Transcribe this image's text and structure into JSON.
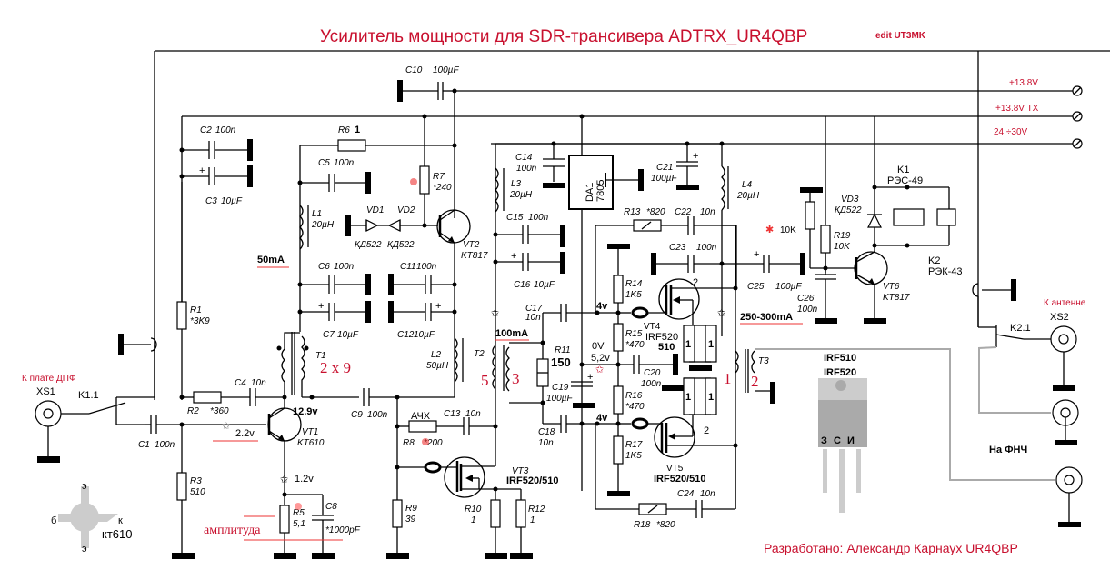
{
  "title": "Усилитель мощности для SDR-трансивера ADTRX_UR4QBP",
  "edit_note": "edit UT3MK",
  "author": "Разработано: Александр Карнаух UR4QBP",
  "power_rails": [
    {
      "label": "+13.8V"
    },
    {
      "label": "+13.8V TX"
    },
    {
      "label": "24 ÷30V"
    }
  ],
  "connectors": {
    "xs1": {
      "name": "XS1",
      "note": "К плате ДПФ"
    },
    "xs2": {
      "name": "XS2",
      "note": "К антенне"
    },
    "lpf": {
      "note": "На ФНЧ"
    }
  },
  "relays": {
    "k1": {
      "name": "K1",
      "type": "РЭС-49"
    },
    "k2": {
      "name": "K2",
      "type": "РЭК-43"
    },
    "k11": "K1.1",
    "k21": "K2.1"
  },
  "components": {
    "c1": {
      "name": "C1",
      "value": "100n"
    },
    "c2": {
      "name": "C2",
      "value": "100n"
    },
    "c3": {
      "name": "C3",
      "value": "10µF"
    },
    "c4": {
      "name": "C4",
      "value": "10n"
    },
    "c5": {
      "name": "C5",
      "value": "100n"
    },
    "c6": {
      "name": "C6",
      "value": "100n"
    },
    "c7": {
      "name": "C7",
      "value": "10µF"
    },
    "c8": {
      "name": "C8",
      "value": "*1000pF"
    },
    "c9": {
      "name": "C9",
      "value": "100n"
    },
    "c10": {
      "name": "C10",
      "value": "100µF"
    },
    "c11": {
      "name": "C11",
      "value": "100n"
    },
    "c12": {
      "name": "C12",
      "value": "10µF"
    },
    "c13": {
      "name": "C13",
      "value": "10n"
    },
    "c14": {
      "name": "C14",
      "value": "100n"
    },
    "c15": {
      "name": "C15",
      "value": "100n"
    },
    "c16": {
      "name": "C16",
      "value": "10µF"
    },
    "c17": {
      "name": "C17",
      "value": "10n"
    },
    "c18": {
      "name": "C18",
      "value": "10n"
    },
    "c19": {
      "name": "C19",
      "value": "100µF"
    },
    "c20": {
      "name": "C20",
      "value": "100n"
    },
    "c21": {
      "name": "C21",
      "value": "100µF"
    },
    "c22": {
      "name": "C22",
      "value": "10n"
    },
    "c23": {
      "name": "C23",
      "value": "100n"
    },
    "c24": {
      "name": "C24",
      "value": "10n"
    },
    "c25": {
      "name": "C25",
      "value": "100µF"
    },
    "c26": {
      "name": "C26",
      "value": "100n"
    },
    "r1": {
      "name": "R1",
      "value": "*3K9"
    },
    "r2": {
      "name": "R2",
      "value": "*360"
    },
    "r3": {
      "name": "R3",
      "value": "510"
    },
    "r5": {
      "name": "R5",
      "value": "5,1"
    },
    "r6": {
      "name": "R6",
      "value": "1"
    },
    "r7": {
      "name": "R7",
      "value": "*240"
    },
    "r8": {
      "name": "R8",
      "value": "*200",
      "note": "АЧХ"
    },
    "r9": {
      "name": "R9",
      "value": "39"
    },
    "r10": {
      "name": "R10",
      "value": "1"
    },
    "r11": {
      "name": "R11",
      "value": "150"
    },
    "r12": {
      "name": "R12",
      "value": "1"
    },
    "r13": {
      "name": "R13",
      "value": "*820"
    },
    "r14": {
      "name": "R14",
      "value": "1K5"
    },
    "r15": {
      "name": "R15",
      "value": "*470"
    },
    "r16": {
      "name": "R16",
      "value": "*470"
    },
    "r17": {
      "name": "R17",
      "value": "1K5"
    },
    "r18": {
      "name": "R18",
      "value": "*820"
    },
    "r19": {
      "name": "R19",
      "value": "10K"
    },
    "r_extra": {
      "value": "10K"
    },
    "r_src": "1",
    "l1": {
      "name": "L1",
      "value": "20µH"
    },
    "l2": {
      "name": "L2",
      "value": "50µH"
    },
    "l3": {
      "name": "L3",
      "value": "20µH"
    },
    "l4": {
      "name": "L4",
      "value": "20µH"
    },
    "t1": {
      "name": "T1",
      "ratio": "2 x 9"
    },
    "t2": {
      "name": "T2",
      "w1": "5",
      "w2": "3"
    },
    "t3": {
      "name": "T3",
      "w1": "1",
      "w2": "2"
    },
    "vd1": {
      "name": "VD1",
      "type": "КД522"
    },
    "vd2": {
      "name": "VD2",
      "type": "КД522"
    },
    "vd3": {
      "name": "VD3",
      "type": "КД522"
    },
    "vt1": {
      "name": "VT1",
      "type": "KT610"
    },
    "vt2": {
      "name": "VT2",
      "type": "KT817"
    },
    "vt3": {
      "name": "VT3",
      "type": "IRF520/510"
    },
    "vt4": {
      "name": "VT4",
      "type": "IRF520",
      "alt": "510"
    },
    "vt5": {
      "name": "VT5",
      "type": "IRF520/510"
    },
    "vt6": {
      "name": "VT6",
      "type": "KT817"
    },
    "da1": {
      "name": "DA1",
      "type": "7805"
    }
  },
  "annotations": {
    "i50": "50mA",
    "i100": "100mA",
    "i250": "250-300mA",
    "v129": "12.9v",
    "v22": "2.2v",
    "v12": "1.2v",
    "v0": "0V",
    "v52": "5,2v",
    "v4a": "4v",
    "v4b": "4v",
    "mark2a": "2",
    "mark2b": "2",
    "amplitude": "амплитуда"
  },
  "pinouts": {
    "kt610": {
      "name": "кт610",
      "e": "э",
      "b": "б",
      "k": "к"
    },
    "irf": {
      "line1": "IRF510",
      "line2": "IRF520",
      "pins": "З  С  И"
    }
  }
}
